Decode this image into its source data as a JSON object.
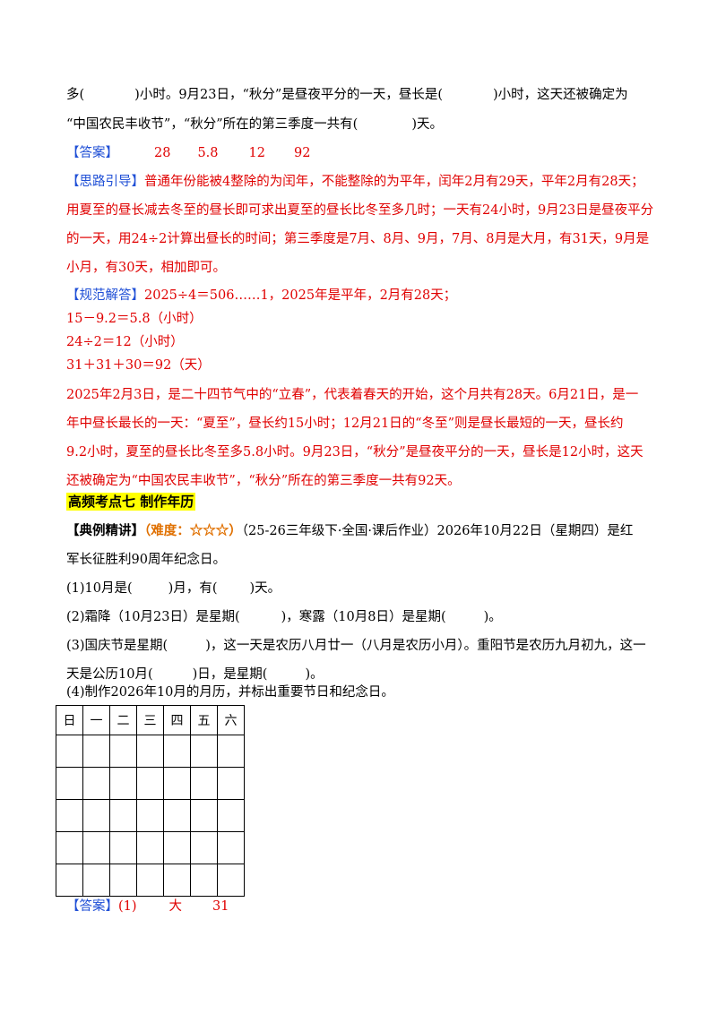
{
  "lines": {
    "l1": {
      "a": "多(",
      "b": ")小时。9月23日，“秋分”是昼夜平分的一天，昼长是(",
      "c": ")小时，这天还被确定为"
    },
    "l2": {
      "a": "“中国农民丰收节”，“秋分”所在的第三季度一共有(",
      "b": ")天。"
    }
  },
  "answer1": {
    "label": "【答案】",
    "values": [
      "28",
      "5.8",
      "12",
      "92"
    ]
  },
  "hint": {
    "label": "【思路引导】",
    "lines": [
      "普通年份能被4整除的为闰年，不能整除的为平年，闰年2月有29天，平年2月有28天；",
      "用夏至的昼长减去冬至的昼长即可求出夏至的昼长比冬至多几时；一天有24小时，9月23日是昼夜平分",
      "的一天，用24÷2计算出昼长的时间；第三季度是7月、8月、9月，7月、8月是大月，有31天，9月是",
      "小月，有30天，相加即可。"
    ]
  },
  "solution": {
    "label": "【规范解答】",
    "lines": [
      "2025÷4＝506……1，2025年是平年，2月有28天；",
      "15－9.2＝5.8（小时）",
      "24÷2＝12（小时）",
      "31＋31＋30＝92（天）",
      "2025年2月3日，是二十四节气中的“立春”，代表着春天的开始，这个月共有28天。6月21日，是一",
      "年中昼长最长的一天：“夏至”，昼长约15小时；12月21日的“冬至”则是昼长最短的一天，昼长约",
      "9.2小时，夏至的昼长比冬至多5.8小时。9月23日，“秋分”是昼夜平分的一天，昼长是12小时，这天",
      "还被确定为“中国农民丰收节”，“秋分”所在的第三季度一共有92天。"
    ]
  },
  "section_title": "高频考点七  制作年历",
  "example": {
    "label": "【典例精讲】",
    "difficulty": "（难度：☆☆☆）",
    "intro_1": "（25-26三年级下·全国·课后作业）2026年10月22日（星期四）是红",
    "intro_2": "军长征胜利90周年纪念日。",
    "q1": {
      "a": "(1)10月是(",
      "b": ")月，有(",
      "c": ")天。"
    },
    "q2": {
      "a": "(2)霜降（10月23日）是星期(",
      "b": ")，寒露（10月8日）是星期(",
      "c": ")。"
    },
    "q3_1": {
      "a": "(3)国庆节是星期(",
      "b": ")，这一天是农历八月廿一（八月是农历小月）。重阳节是农历九月初九，这一"
    },
    "q3_2": {
      "a": "天是公历10月(",
      "b": ")日，是星期(",
      "c": ")。"
    },
    "q4": "(4)制作2026年10月的月历，并标出重要节日和纪念日。"
  },
  "calendar": {
    "headers": [
      "日",
      "一",
      "二",
      "三",
      "四",
      "五",
      "六"
    ]
  },
  "answer2": {
    "label": "【答案】",
    "prefix": "(1)",
    "values": [
      "大",
      "31"
    ]
  }
}
